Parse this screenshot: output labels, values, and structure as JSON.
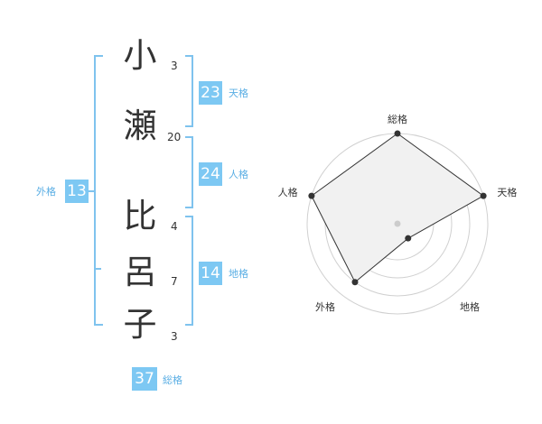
{
  "name": {
    "chars": [
      {
        "char": "小",
        "strokes": "3"
      },
      {
        "char": "瀬",
        "strokes": "20"
      },
      {
        "char": "比",
        "strokes": "4"
      },
      {
        "char": "呂",
        "strokes": "7"
      },
      {
        "char": "子",
        "strokes": "3"
      }
    ]
  },
  "fortunes": {
    "tenkaku": {
      "label": "天格",
      "value": "23"
    },
    "jinkaku": {
      "label": "人格",
      "value": "24"
    },
    "chikaku": {
      "label": "地格",
      "value": "14"
    },
    "gaikaku": {
      "label": "外格",
      "value": "13"
    },
    "soukaku": {
      "label": "総格",
      "value": "37"
    }
  },
  "colors": {
    "accent": "#7dc8f3",
    "bracket": "#7fc3ee",
    "label": "#5aaee4",
    "radar_fill": "#f1f1f1",
    "radar_line": "#333333",
    "ring": "#d0d0d0"
  },
  "chart_data": {
    "type": "radar",
    "axes": [
      "総格",
      "天格",
      "地格",
      "外格",
      "人格"
    ],
    "values": [
      5,
      5,
      1,
      4,
      5
    ],
    "range": [
      0,
      5
    ],
    "rings": 5
  }
}
